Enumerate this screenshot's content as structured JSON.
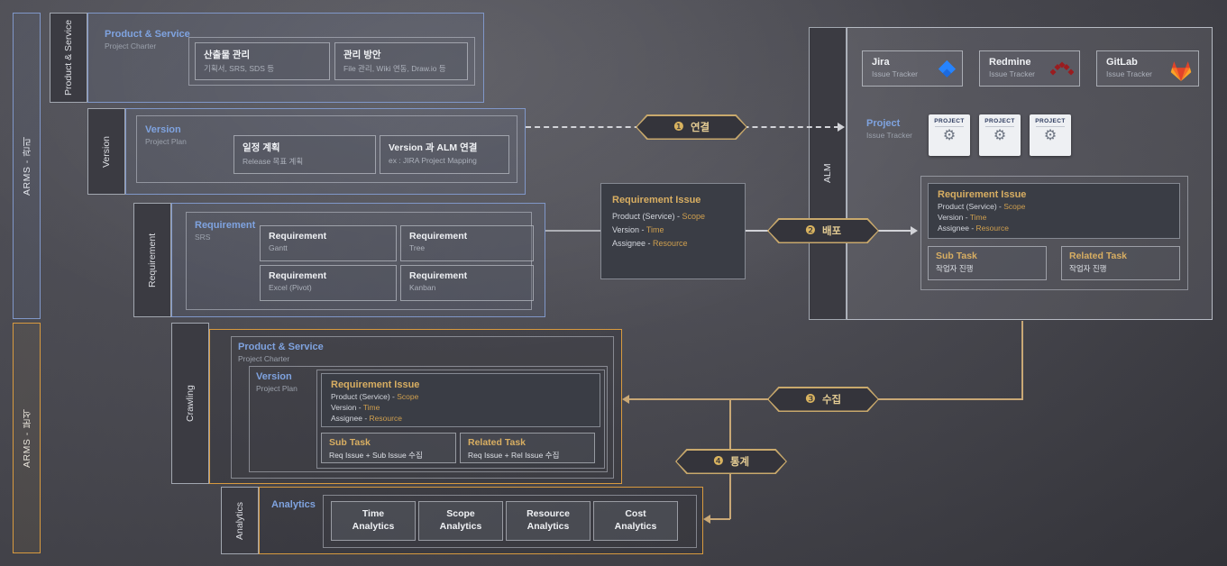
{
  "rails": {
    "mgmt": "ARMS - 관리",
    "analysis": "ARMS - 분석"
  },
  "tabs": {
    "product_service": "Product & Service",
    "version": "Version",
    "requirement": "Requirement",
    "alm": "ALM",
    "crawling": "Crawling",
    "analytics": "Analytics"
  },
  "product_service": {
    "title": "Product & Service",
    "subtitle": "Project Charter",
    "items": [
      {
        "title": "산출물 관리",
        "subtitle": "기획서, SRS, SDS 등"
      },
      {
        "title": "관리 방안",
        "subtitle": "File 관리, Wiki 연동, Draw.io 등"
      }
    ]
  },
  "version": {
    "title": "Version",
    "subtitle": "Project Plan",
    "items": [
      {
        "title": "일정 계획",
        "subtitle": "Release 목표 계획"
      },
      {
        "title": "Version 과 ALM 연결",
        "subtitle": "ex : JIRA Project Mapping"
      }
    ]
  },
  "requirement": {
    "title": "Requirement",
    "subtitle": "SRS",
    "items": [
      {
        "title": "Requirement",
        "subtitle": "Gantt"
      },
      {
        "title": "Requirement",
        "subtitle": "Tree"
      },
      {
        "title": "Requirement",
        "subtitle": "Excel (Pivot)"
      },
      {
        "title": "Requirement",
        "subtitle": "Kanban"
      }
    ]
  },
  "req_issue": {
    "title": "Requirement Issue",
    "lines": [
      {
        "label": "Product (Service) -",
        "value": "Scope"
      },
      {
        "label": "Version -",
        "value": "Time"
      },
      {
        "label": "Assignee -",
        "value": "Resource"
      }
    ]
  },
  "badges": [
    {
      "num": "❶",
      "label": "연결"
    },
    {
      "num": "❷",
      "label": "배포"
    },
    {
      "num": "❸",
      "label": "수집"
    },
    {
      "num": "❹",
      "label": "통계"
    }
  ],
  "alm": {
    "trackers": [
      {
        "name": "Jira",
        "subtitle": "Issue Tracker"
      },
      {
        "name": "Redmine",
        "subtitle": "Issue Tracker"
      },
      {
        "name": "GitLab",
        "subtitle": "Issue Tracker"
      }
    ],
    "project": {
      "title": "Project",
      "subtitle": "Issue Tracker",
      "doc_label": "PROJECT"
    },
    "tasks": [
      {
        "title": "Sub Task",
        "subtitle": "작업자 진행"
      },
      {
        "title": "Related Task",
        "subtitle": "작업자 진행"
      }
    ]
  },
  "crawling": {
    "outer_title": "Product & Service",
    "outer_subtitle": "Project Charter",
    "inner_title": "Version",
    "inner_subtitle": "Project Plan",
    "tasks": [
      {
        "title": "Sub Task",
        "subtitle": "Req Issue + Sub Issue 수집"
      },
      {
        "title": "Related Task",
        "subtitle": "Req Issue + Rel Issue 수집"
      }
    ]
  },
  "analytics": {
    "title": "Analytics",
    "items": [
      {
        "line1": "Time",
        "line2": "Analytics"
      },
      {
        "line1": "Scope",
        "line2": "Analytics"
      },
      {
        "line1": "Resource",
        "line2": "Analytics"
      },
      {
        "line1": "Cost",
        "line2": "Analytics"
      }
    ]
  },
  "icons": {
    "gear": "⚙"
  },
  "colors": {
    "blue_accent": "#7fa3e0",
    "orange_accent": "#d89a3f",
    "gold_text": "#d8ae62",
    "line_gold": "#c9a876"
  }
}
